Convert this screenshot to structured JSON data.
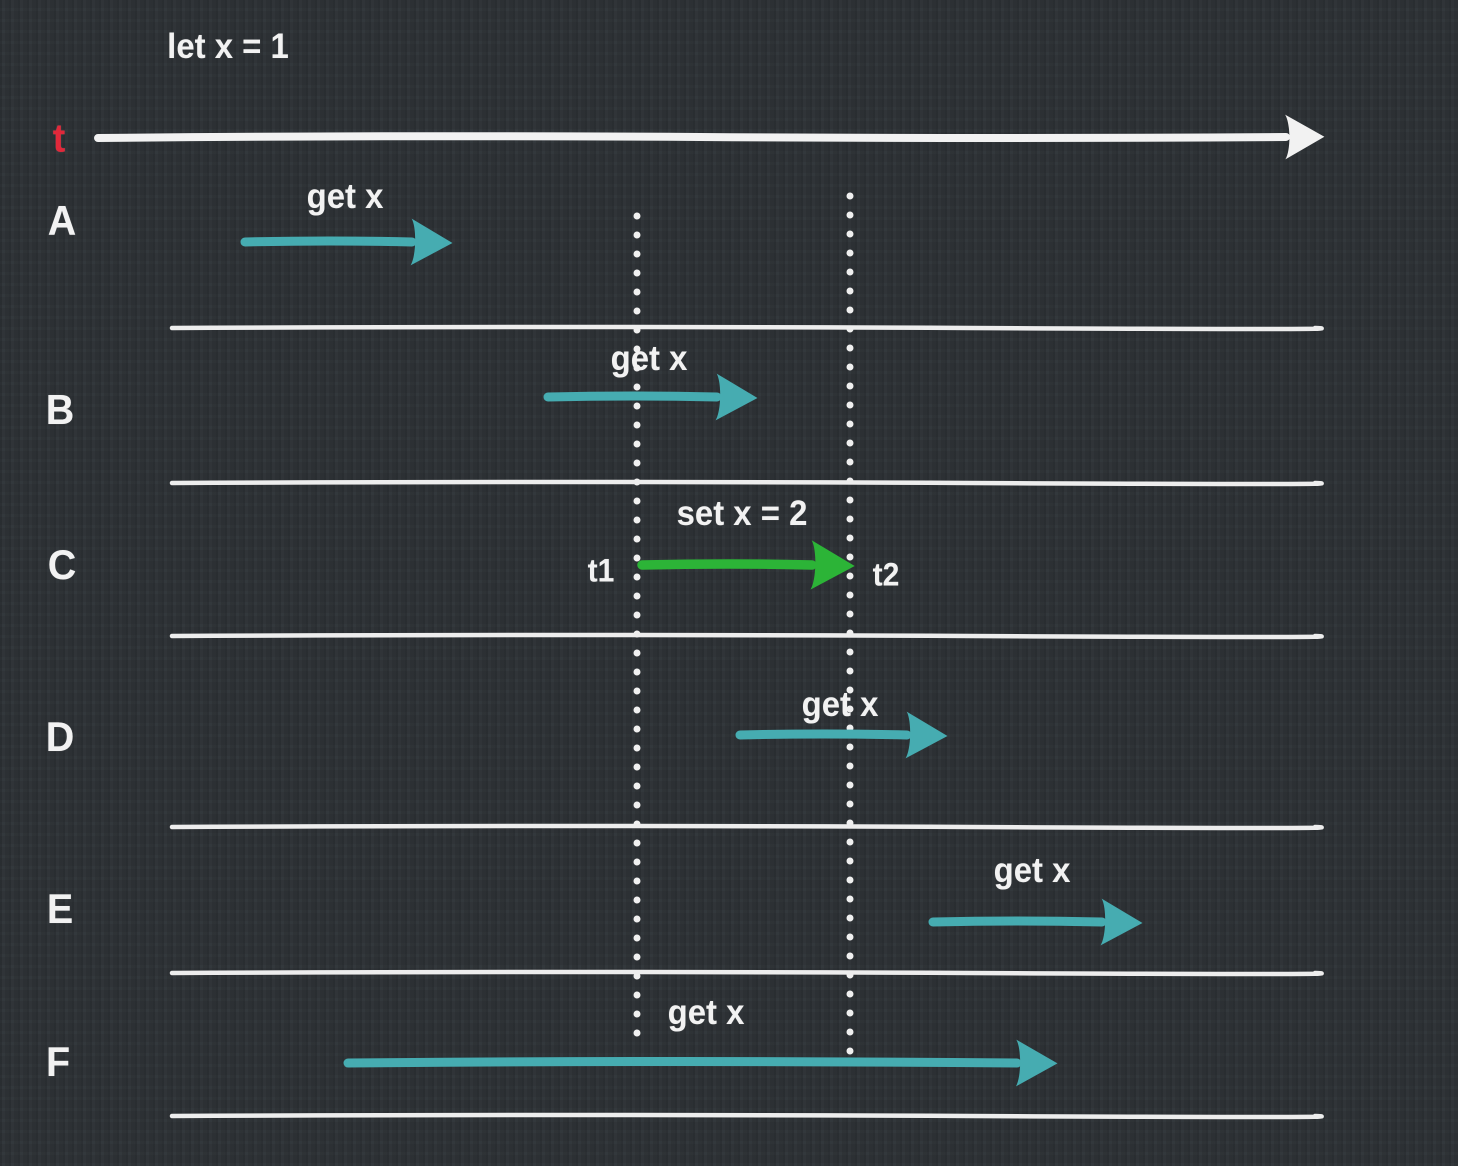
{
  "title": "shared variable timeline diagram",
  "init_label": "let x = 1",
  "time_axis": {
    "label": "t"
  },
  "markers": {
    "t1": "t1",
    "t2": "t2"
  },
  "rows": [
    {
      "label": "A",
      "operation": "get x",
      "op_color": "teal"
    },
    {
      "label": "B",
      "operation": "get x",
      "op_color": "teal"
    },
    {
      "label": "C",
      "operation": "set x = 2",
      "op_color": "green"
    },
    {
      "label": "D",
      "operation": "get x",
      "op_color": "teal"
    },
    {
      "label": "E",
      "operation": "get x",
      "op_color": "teal"
    },
    {
      "label": "F",
      "operation": "get x",
      "op_color": "teal"
    }
  ],
  "colors": {
    "background": "#2f3438",
    "line_white": "#f2f2f2",
    "teal": "#46acb1",
    "green": "#2cb437",
    "red": "#e1283a"
  }
}
